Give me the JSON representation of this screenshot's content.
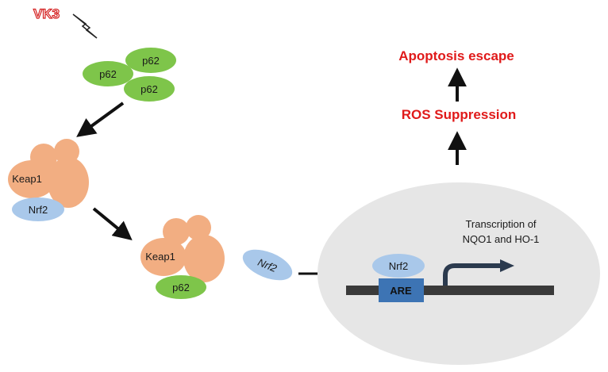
{
  "agent": {
    "label": "VK3",
    "color": "#d42020"
  },
  "p62_cluster": [
    "p62",
    "p62",
    "p62"
  ],
  "complex_bound": {
    "keap1": "Keap1",
    "nrf2": "Nrf2"
  },
  "complex_p62": {
    "keap1": "Keap1",
    "p62": "p62"
  },
  "free_nrf2": "Nrf2",
  "nucleus": {
    "nrf2": "Nrf2",
    "element": "ARE",
    "transcription": [
      "Transcription of",
      "NQO1 and HO-1"
    ]
  },
  "outcomes": {
    "ros": "ROS Suppression",
    "apoptosis": "Apoptosis escape"
  },
  "colors": {
    "p62": "#7ec54a",
    "keap1": "#f2ae82",
    "nrf2": "#a9c8ea",
    "nucleus": "#e6e6e6",
    "are": "#3d74b4",
    "dna": "#3a3a3a",
    "outcome_text": "#e01a1a"
  }
}
